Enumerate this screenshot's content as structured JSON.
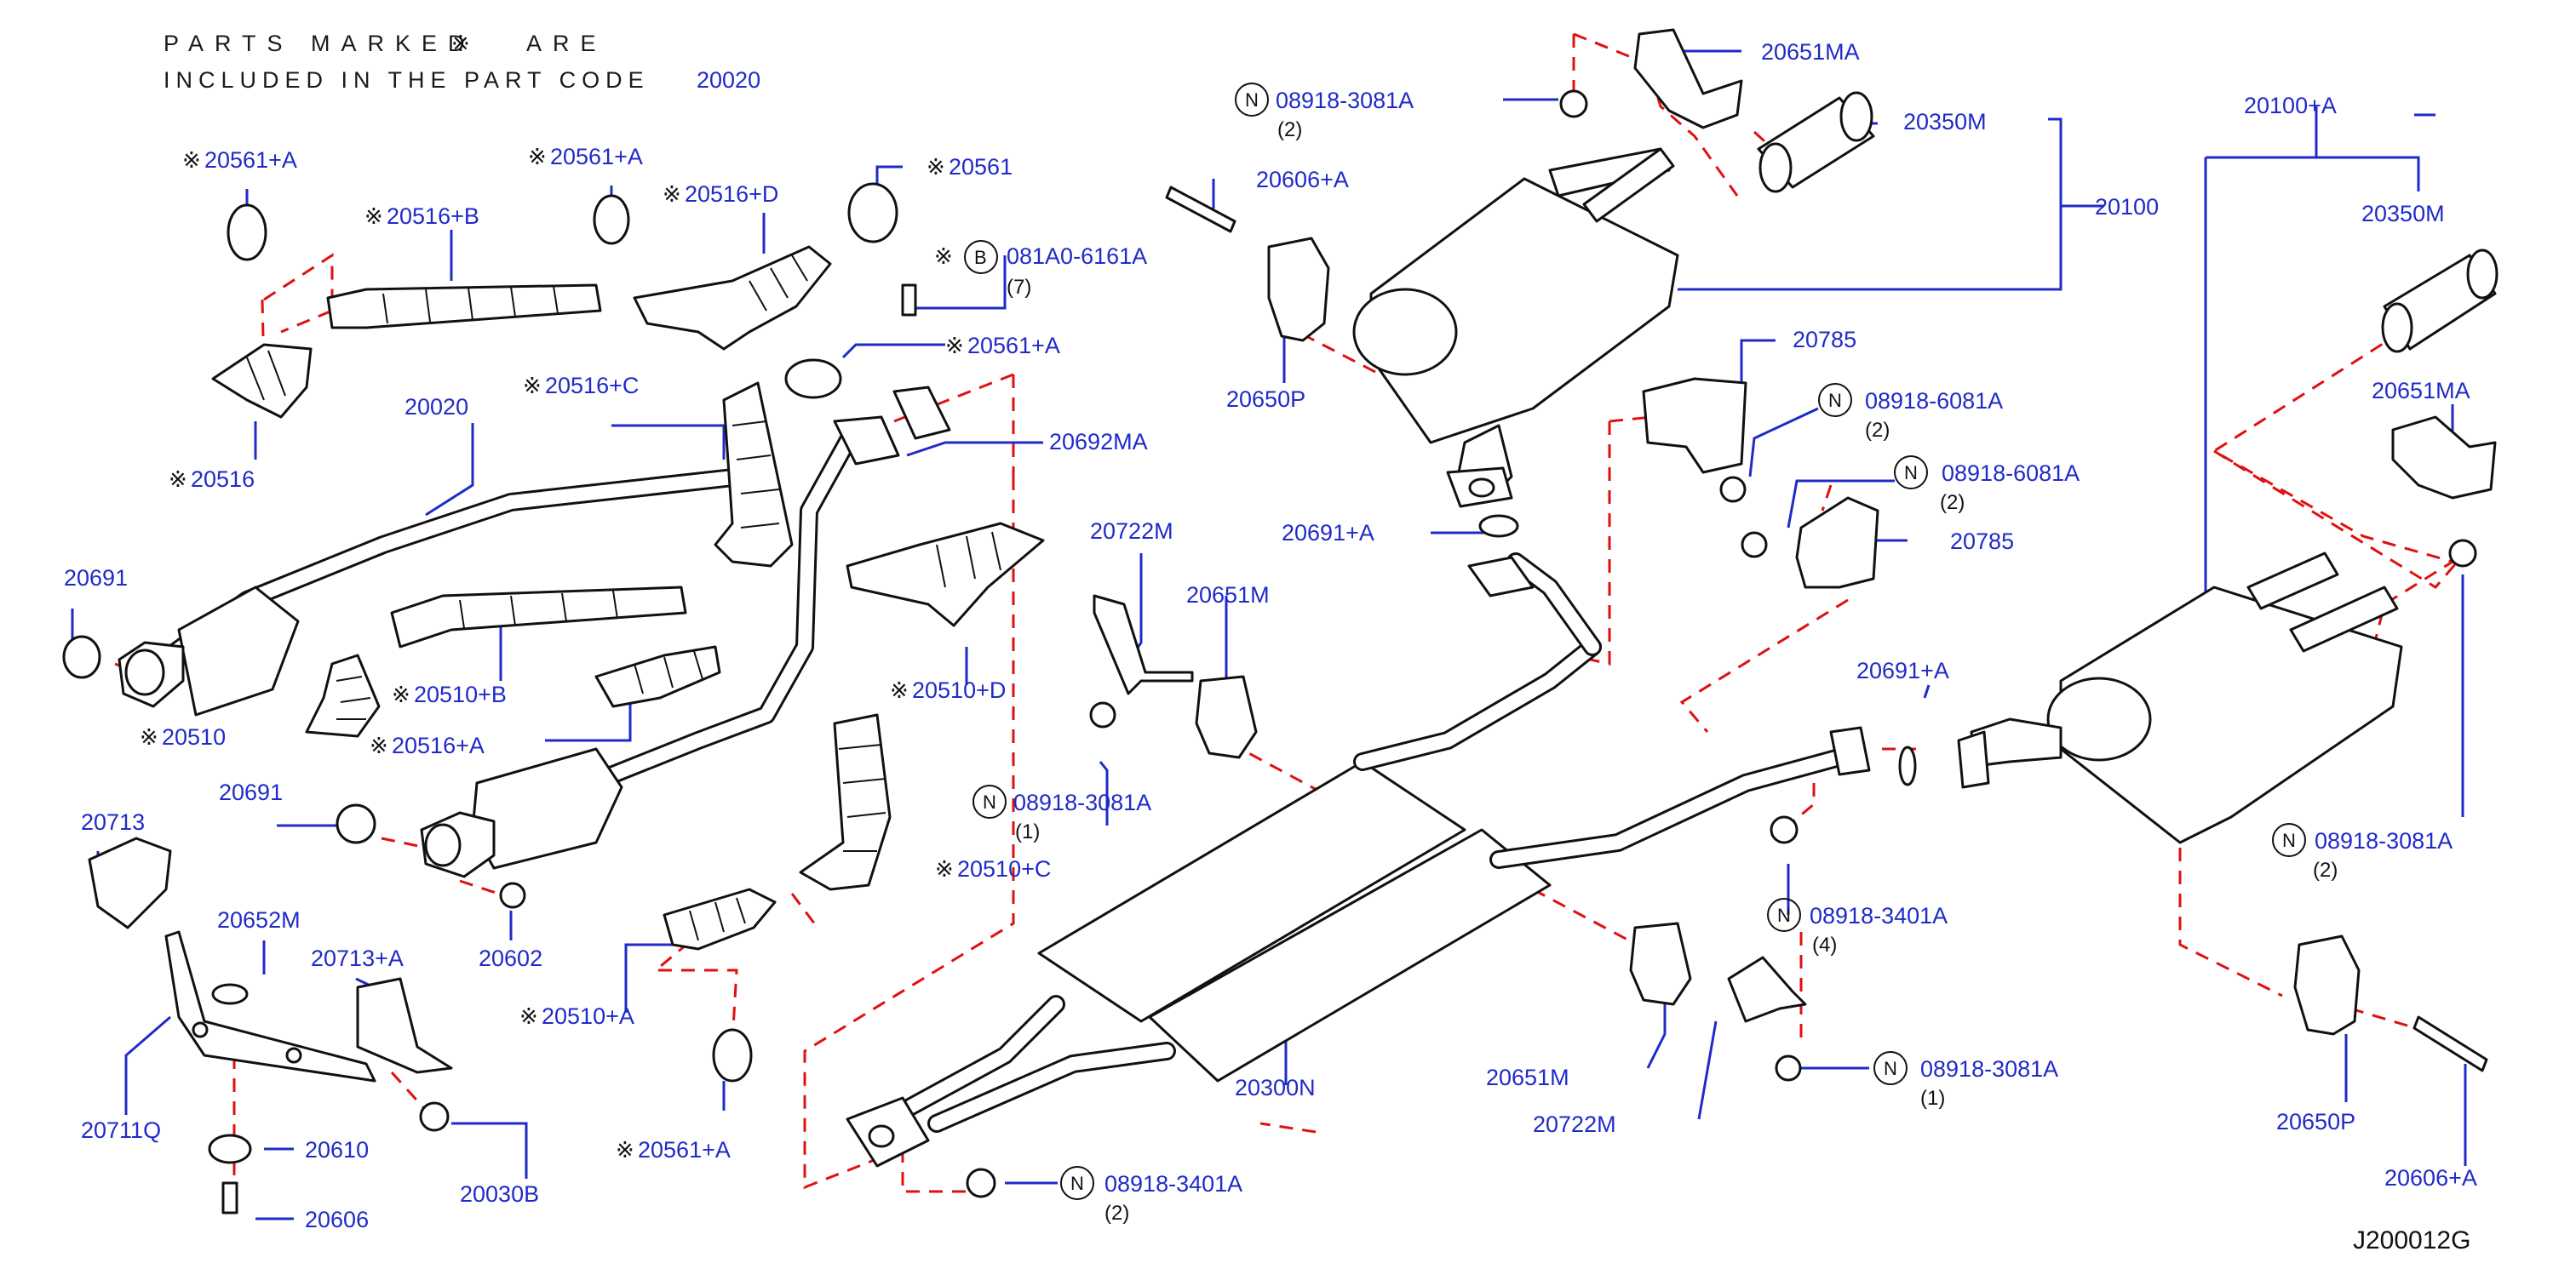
{
  "note": {
    "line1": "PARTS MARKED",
    "mark": "※",
    "line1_end": "ARE",
    "line2": "INCLUDED IN THE PART CODE",
    "code": "20020"
  },
  "diagram_code": "J200012G",
  "labels": {
    "l01": "20561+A",
    "l02": "20561+A",
    "l03": "20516+B",
    "l04": "20516+D",
    "l05": "20561",
    "l06": "081A0-6161A",
    "l07": "20561+A",
    "l08": "20516+C",
    "l09": "20516",
    "l10": "20020",
    "l11": "20692MA",
    "l12": "20691",
    "l13": "20510+B",
    "l14": "20510",
    "l15": "20516+A",
    "l16": "20510+D",
    "l17": "20691",
    "l18": "20602",
    "l19": "20713",
    "l20": "20652M",
    "l21": "20713+A",
    "l22": "20711Q",
    "l23": "20610",
    "l24": "20030B",
    "l25": "20606",
    "l26": "20510+A",
    "l27": "20510+C",
    "l28": "20561+A",
    "l29": "08918-3081A",
    "l30": "20606+A",
    "l31": "20650P",
    "l32": "20651MA",
    "l33": "20350M",
    "l34": "20100",
    "l35": "08918-3081A",
    "l36": "20722M",
    "l37": "20651M",
    "l38": "20691+A",
    "l39": "20785",
    "l40": "08918-6081A",
    "l41": "08918-6081A",
    "l42": "20785",
    "l43": "20691+A",
    "l44": "08918-3401A",
    "l45": "20300N",
    "l46": "20651M",
    "l47": "20722M",
    "l48": "08918-3081A",
    "l49": "08918-3401A",
    "l50": "20100+A",
    "l51": "20350M",
    "l52": "20651MA",
    "l53": "08918-3081A",
    "l54": "20650P",
    "l55": "20606+A"
  },
  "qty": {
    "q06": "(7)",
    "q29": "(2)",
    "q35": "(1)",
    "q40": "(2)",
    "q41": "(2)",
    "q44": "(4)",
    "q48": "(1)",
    "q49": "(2)",
    "q53": "(2)"
  },
  "symbols": {
    "nut": "N",
    "bolt": "B",
    "included": "※"
  }
}
